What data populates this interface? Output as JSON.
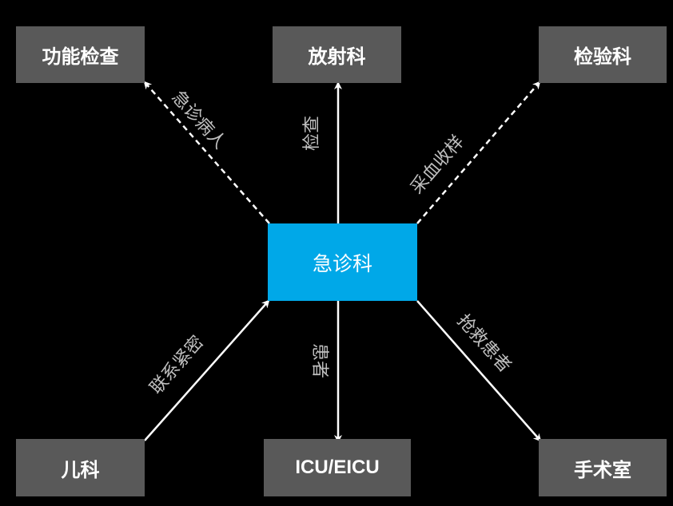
{
  "colors": {
    "background": "#000000",
    "node_fill": "#595959",
    "center_fill": "#00a8e8",
    "text": "#ffffff",
    "label": "#bfbfbf",
    "line": "#ffffff"
  },
  "nodes": {
    "center": "急诊科",
    "functional_exam": "功能检查",
    "radiology": "放射科",
    "laboratory": "检验科",
    "pediatrics": "儿科",
    "icu": "ICU/EICU",
    "operating_room": "手术室"
  },
  "edges": {
    "to_functional_exam": {
      "label": "急诊病人",
      "style": "dashed"
    },
    "to_radiology": {
      "label": "检查",
      "style": "solid"
    },
    "to_laboratory": {
      "label": "采血收样",
      "style": "dashed"
    },
    "from_pediatrics": {
      "label": "联系紧密",
      "style": "solid"
    },
    "to_icu": {
      "label": "患者",
      "style": "solid"
    },
    "to_operating_room": {
      "label": "抢救患者",
      "style": "solid"
    }
  }
}
